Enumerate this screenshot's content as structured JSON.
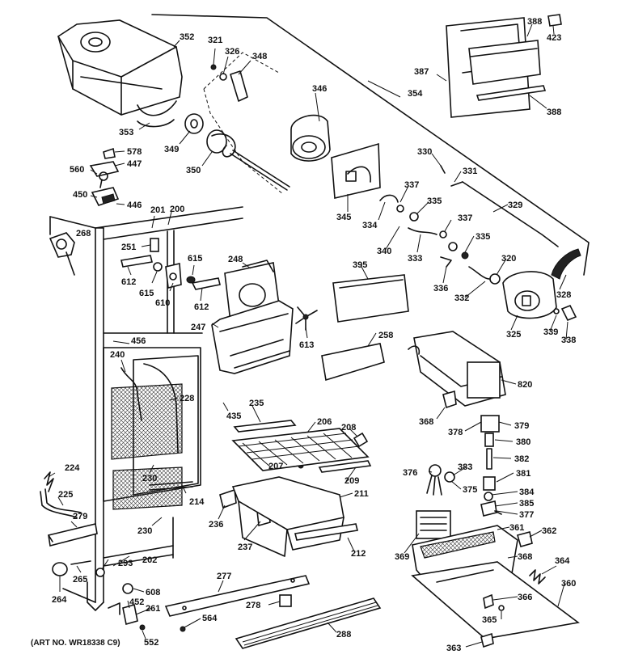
{
  "diagram": {
    "art_number": "(ART NO. WR18338 C9)",
    "labels": [
      "352",
      "321",
      "326",
      "348",
      "346",
      "353",
      "349",
      "350",
      "578",
      "447",
      "560",
      "450",
      "446",
      "201",
      "200",
      "268",
      "251",
      "612",
      "615",
      "615",
      "610",
      "612",
      "248",
      "247",
      "613",
      "456",
      "240",
      "228",
      "230",
      "224",
      "225",
      "279",
      "230",
      "214",
      "236",
      "237",
      "202",
      "293",
      "265",
      "264",
      "608",
      "452",
      "261",
      "552",
      "277",
      "278",
      "564",
      "288",
      "235",
      "435",
      "206",
      "208",
      "207",
      "209",
      "211",
      "212",
      "345",
      "334",
      "337",
      "330",
      "331",
      "329",
      "335",
      "337",
      "340",
      "333",
      "335",
      "336",
      "320",
      "332",
      "328",
      "325",
      "339",
      "338",
      "395",
      "258",
      "820",
      "368",
      "378",
      "379",
      "380",
      "382",
      "376",
      "383",
      "381",
      "375",
      "384",
      "385",
      "377",
      "361",
      "362",
      "369",
      "368",
      "364",
      "360",
      "366",
      "365",
      "363",
      "354",
      "387",
      "388",
      "423",
      "388"
    ]
  }
}
